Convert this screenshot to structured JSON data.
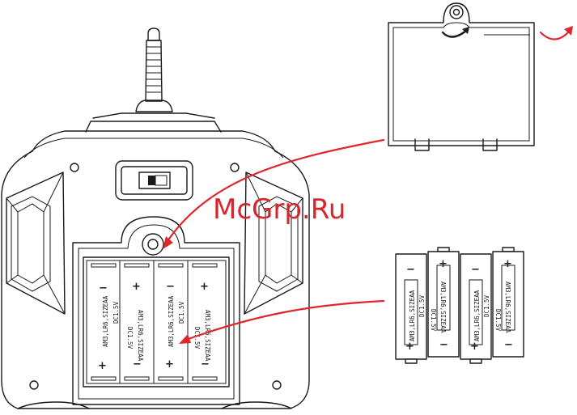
{
  "watermark": "McGrp.Ru",
  "battery": {
    "plus": "+",
    "minus": "−",
    "size_label": "AM3,LR6,SIZEAA",
    "voltage_label": "DC1.5V"
  },
  "colors": {
    "line": "#1a1a1a",
    "arrow": "#e0262d",
    "watermark": "#d7262d"
  }
}
